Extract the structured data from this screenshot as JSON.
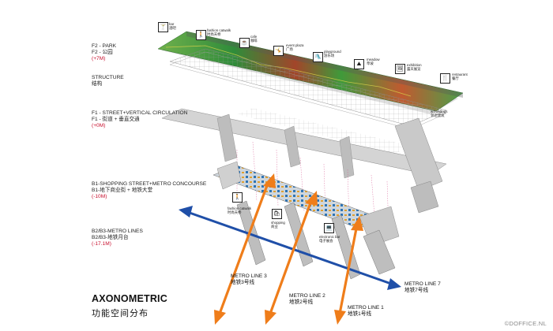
{
  "levels": {
    "f2": {
      "name": "F2 - PARK",
      "cn": "F2 - 公园",
      "elev": "(+7M)"
    },
    "structure": {
      "name": "STRUCTURE",
      "cn": "结构"
    },
    "f1": {
      "name": "F1 - STREET+VERTICAL CIRCULATION",
      "cn": "F1 - 街道 + 垂直交通",
      "elev": "(+0M)"
    },
    "b1": {
      "name": "B1-SHOPPING STREET+METRO CONCOURSE",
      "cn": "B1-地下商业街 + 地铁大堂",
      "elev": "(-10M)"
    },
    "b2": {
      "name": "B2/B3-METRO LINES",
      "cn": "B2/B3-地铁月台",
      "elev": "(-17.1M)"
    }
  },
  "park_tags": [
    {
      "en": "bar",
      "cn": "酒吧",
      "icon": "cocktail-icon",
      "glyph": "🍸"
    },
    {
      "en": "fashion catwalk",
      "cn": "时尚天桥",
      "icon": "catwalk-icon",
      "glyph": "🚶"
    },
    {
      "en": "cafe",
      "cn": "咖啡",
      "icon": "coffee-icon",
      "glyph": "☕"
    },
    {
      "en": "event plaza",
      "cn": "广场",
      "icon": "event-plaza-icon",
      "glyph": "🤸"
    },
    {
      "en": "playground",
      "cn": "游乐场",
      "icon": "playground-icon",
      "glyph": "🛝"
    },
    {
      "en": "meadow",
      "cn": "草坡",
      "icon": "meadow-icon",
      "glyph": "⛰"
    },
    {
      "en": "exhibition",
      "cn": "露天展览",
      "icon": "exhibition-icon",
      "glyph": "🖼"
    },
    {
      "en": "restaurant",
      "cn": "餐厅",
      "icon": "restaurant-icon",
      "glyph": "🍴"
    }
  ],
  "f1_tag": {
    "en": "w.buildings",
    "cn": "邻近建筑"
  },
  "b1_tags": [
    {
      "en": "fashion catwalk",
      "cn": "时尚天桥",
      "icon": "catwalk-icon",
      "glyph": "🚶"
    },
    {
      "en": "shopping",
      "cn": "商业",
      "icon": "shopping-bag-icon",
      "glyph": "🛍"
    },
    {
      "en": "electronic bar",
      "cn": "电子展会",
      "icon": "electronics-icon",
      "glyph": "💻"
    }
  ],
  "metro_lines": [
    {
      "en": "METRO LINE 3",
      "cn": "地铁3号线"
    },
    {
      "en": "METRO LINE 2",
      "cn": "地铁2号线"
    },
    {
      "en": "METRO LINE 1",
      "cn": "地铁1号线"
    },
    {
      "en": "METRO LINE 7",
      "cn": "地铁7号线"
    }
  ],
  "title": {
    "en": "AXONOMETRIC",
    "cn": "功能空间分布"
  },
  "credit": "©DOFFICE.NL",
  "colors": {
    "park_green": "#3f9a3a",
    "park_red": "#b8432a",
    "elevation": "#c8102e",
    "line7_blue": "#1f4fa8",
    "line_orange": "#ef7d1a",
    "slab_grey": "#c9c9c9"
  }
}
